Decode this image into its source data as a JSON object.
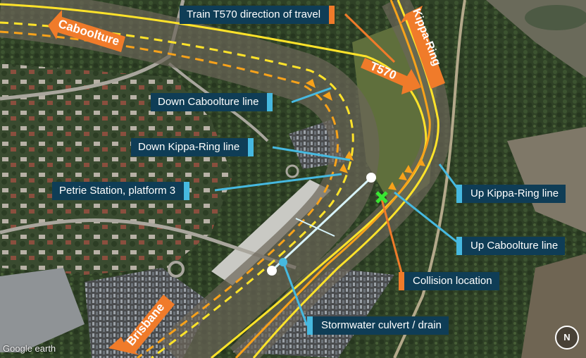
{
  "callouts": {
    "train_direction": "Train T570 direction of travel",
    "down_caboolture": "Down Caboolture line",
    "down_kippa_ring": "Down Kippa-Ring line",
    "petrie_station": "Petrie Station, platform 3",
    "up_kippa_ring": "Up Kippa-Ring line",
    "up_caboolture": "Up Caboolture line",
    "collision": "Collision location",
    "stormwater": "Stormwater culvert / drain"
  },
  "arrows": {
    "caboolture": "Caboolture",
    "kippa_ring": "Kippa-Ring",
    "t570": "T570",
    "brisbane": "Brisbane"
  },
  "logo": "Google earth",
  "compass": "N",
  "colors": {
    "track_yellow": "#ffe32a",
    "track_orange": "#f7a21b",
    "callout_bg": "#0f3d56",
    "callout_accent_blue": "#46b9e0",
    "callout_accent_orange": "#f07b2a",
    "arrow_orange": "#f07b2a",
    "collision_marker": "#39e632",
    "culvert_line": "#d8f4fb"
  }
}
